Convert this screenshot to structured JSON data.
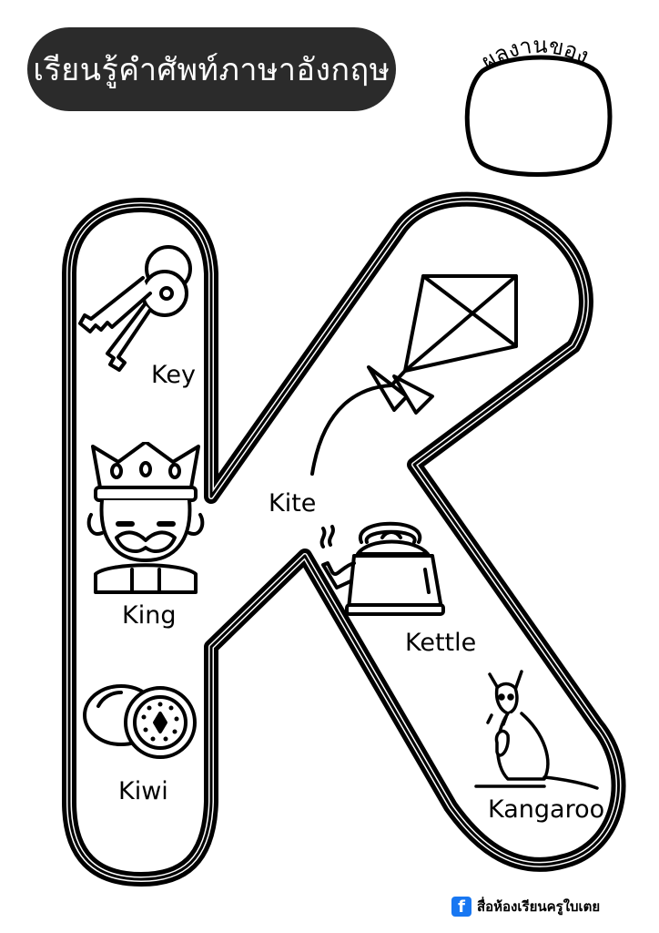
{
  "title": "เรียนรู้คำศัพท์ภาษาอังกฤษ",
  "name_label": "ผลงานของ",
  "letter": "K",
  "words": [
    {
      "label": "Key",
      "icon": "key-icon"
    },
    {
      "label": "King",
      "icon": "king-icon"
    },
    {
      "label": "Kiwi",
      "icon": "kiwi-icon"
    },
    {
      "label": "Kite",
      "icon": "kite-icon"
    },
    {
      "label": "Kettle",
      "icon": "kettle-icon"
    },
    {
      "label": "Kangaroo",
      "icon": "kangaroo-icon"
    }
  ],
  "footer": {
    "text": "สื่อห้องเรียนครูใบเตย",
    "icon": "facebook-icon"
  },
  "colors": {
    "pill": "#2b2b2b",
    "outline": "#000000",
    "facebook": "#1877f2"
  }
}
